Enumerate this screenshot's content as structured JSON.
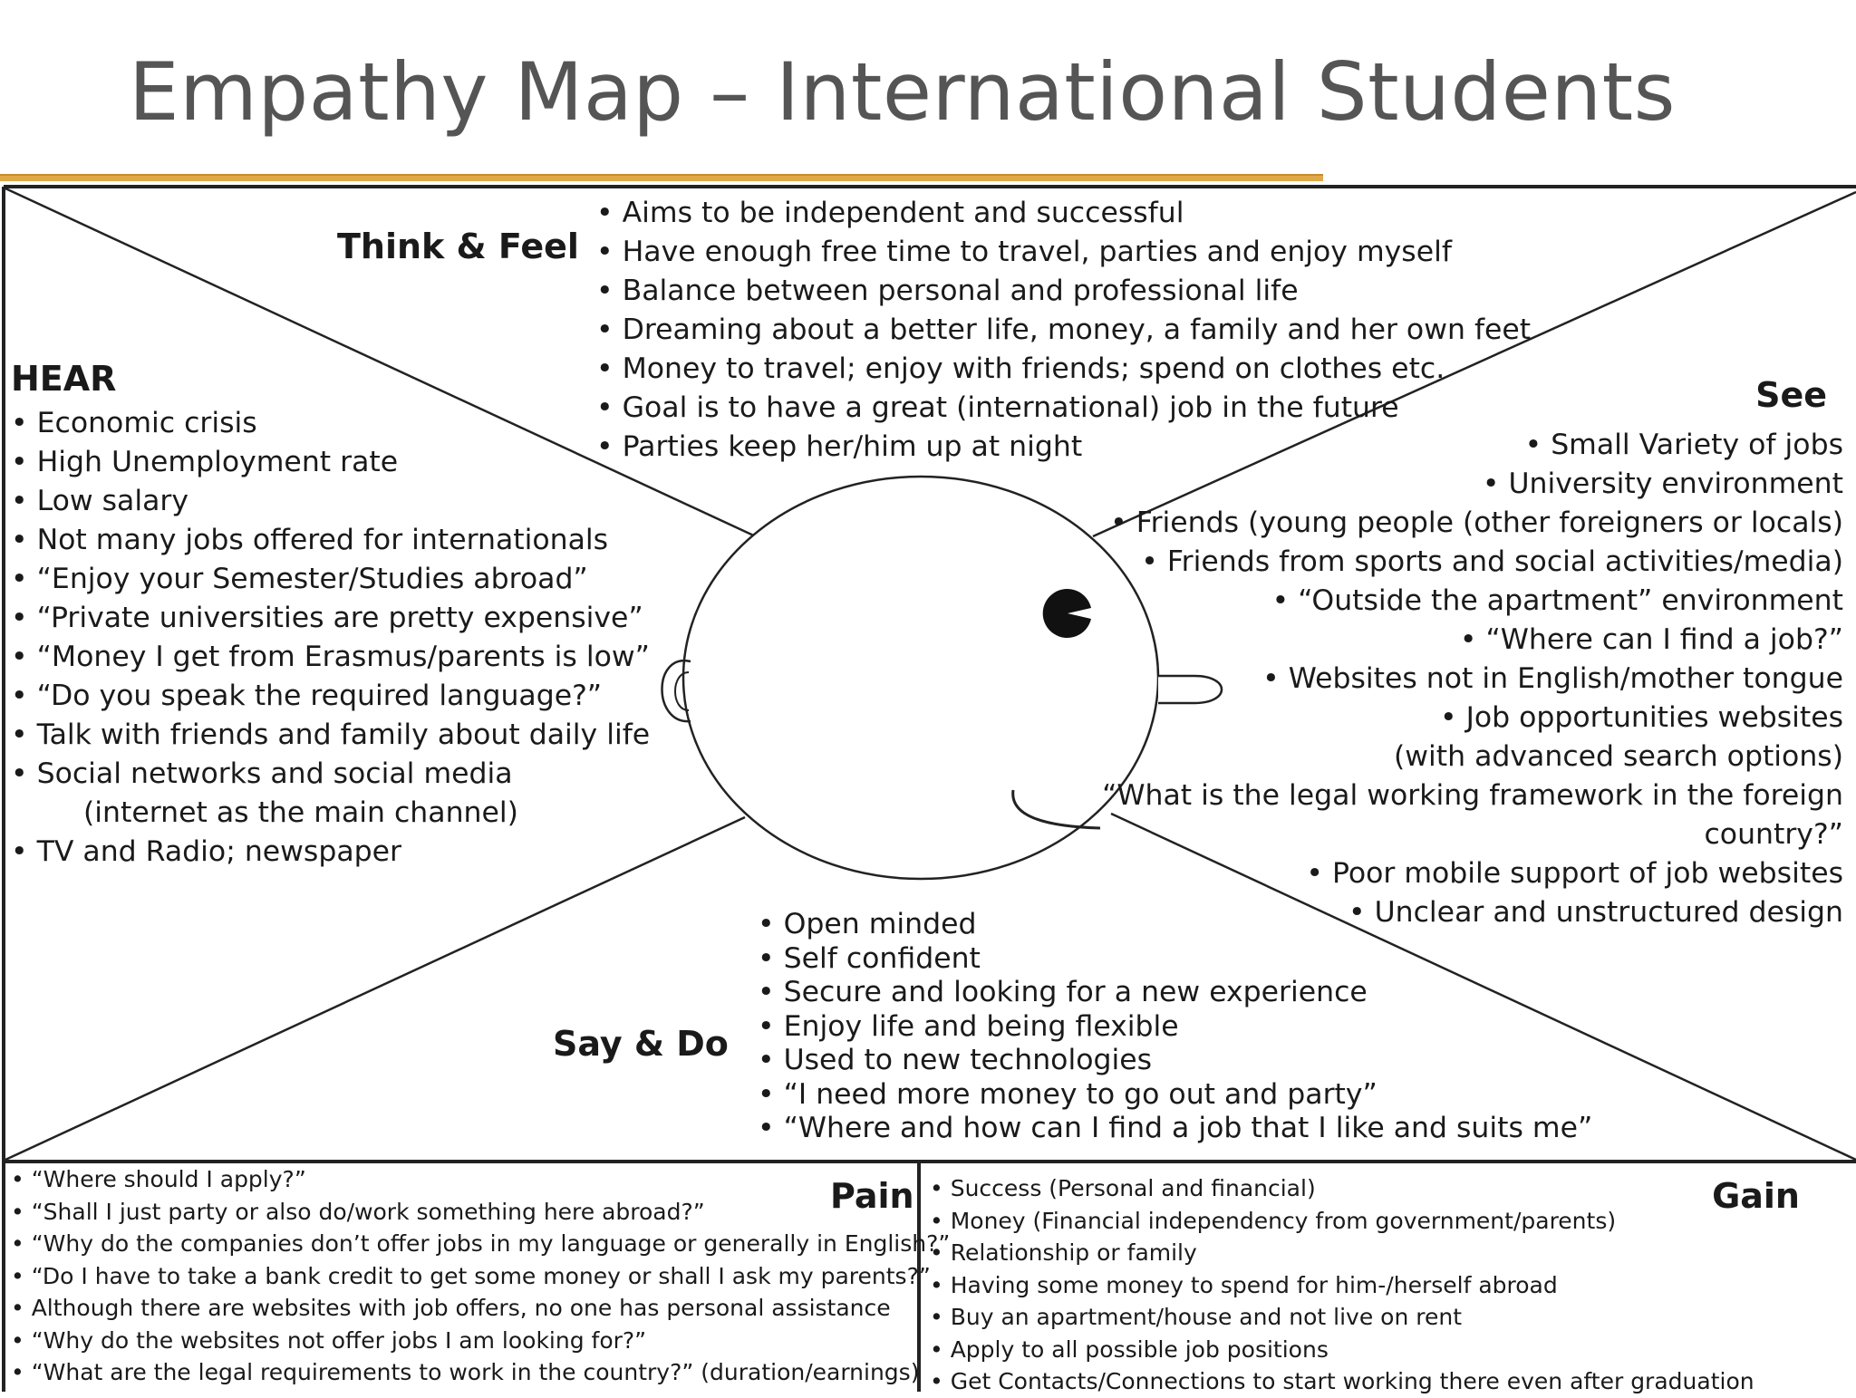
{
  "title": "Empathy Map – International Students",
  "think_feel": {
    "heading": "Think & Feel",
    "items": [
      "Aims to be independent and successful",
      "Have enough free time to travel, parties and enjoy myself",
      "Balance between personal and professional life",
      "Dreaming about a better life, money, a family and her own feet",
      "Money to travel; enjoy with friends; spend on clothes etc.",
      "Goal is to have a great (international) job in the future",
      "Parties keep her/him up at night"
    ]
  },
  "hear": {
    "heading": "HEAR",
    "items": [
      "Economic crisis",
      "High Unemployment rate",
      "Low salary",
      "Not many jobs offered for internationals",
      "“Enjoy your Semester/Studies abroad”",
      "“Private universities are pretty expensive”",
      "“Money I get from Erasmus/parents is low”",
      "“Do you speak the required language?”",
      "Talk with friends and family about daily life",
      "Social networks and social media",
      "(internet as the main channel)",
      "TV and Radio; newspaper"
    ]
  },
  "see": {
    "heading": "See",
    "items": [
      "Small Variety of jobs",
      "University environment",
      "Friends (young people (other foreigners or locals)",
      "Friends from sports and social activities/media)",
      "“Outside the apartment” environment",
      "“Where can I find a job?”",
      "Websites not in English/mother tongue",
      "Job opportunities websites",
      "(with advanced search options)",
      "“What is the legal working framework in the foreign",
      "country?”",
      "Poor mobile support of job websites",
      "Unclear and unstructured design"
    ]
  },
  "say_do": {
    "heading": "Say & Do",
    "items": [
      "Open minded",
      "Self confident",
      "Secure and looking for a new experience",
      "Enjoy life and being flexible",
      "Used to new technologies",
      "“I need more money to go out and party”",
      "“Where and how can I find a job that I like and suits me”"
    ]
  },
  "pain": {
    "heading": "Pain",
    "items": [
      "“Where should I apply?”",
      "“Shall I just party or also do/work something here abroad?”",
      "“Why do the companies don’t offer jobs in my language or generally in English?”",
      "“Do I have to take a bank credit to get some money or shall I ask my parents?”",
      "Although there are websites with job offers, no one has personal assistance",
      "“Why do the websites not offer jobs I am looking for?”",
      "“What are the legal requirements to work in the country?” (duration/earnings)"
    ]
  },
  "gain": {
    "heading": "Gain",
    "items": [
      "Success (Personal and financial)",
      "Money (Financial independency from government/parents)",
      "Relationship or family",
      "Having some money to spend for him-/herself abroad",
      "Buy an apartment/house and not live on rent",
      "Apply to all possible job positions",
      "Get Contacts/Connections to start working there even after graduation"
    ]
  }
}
